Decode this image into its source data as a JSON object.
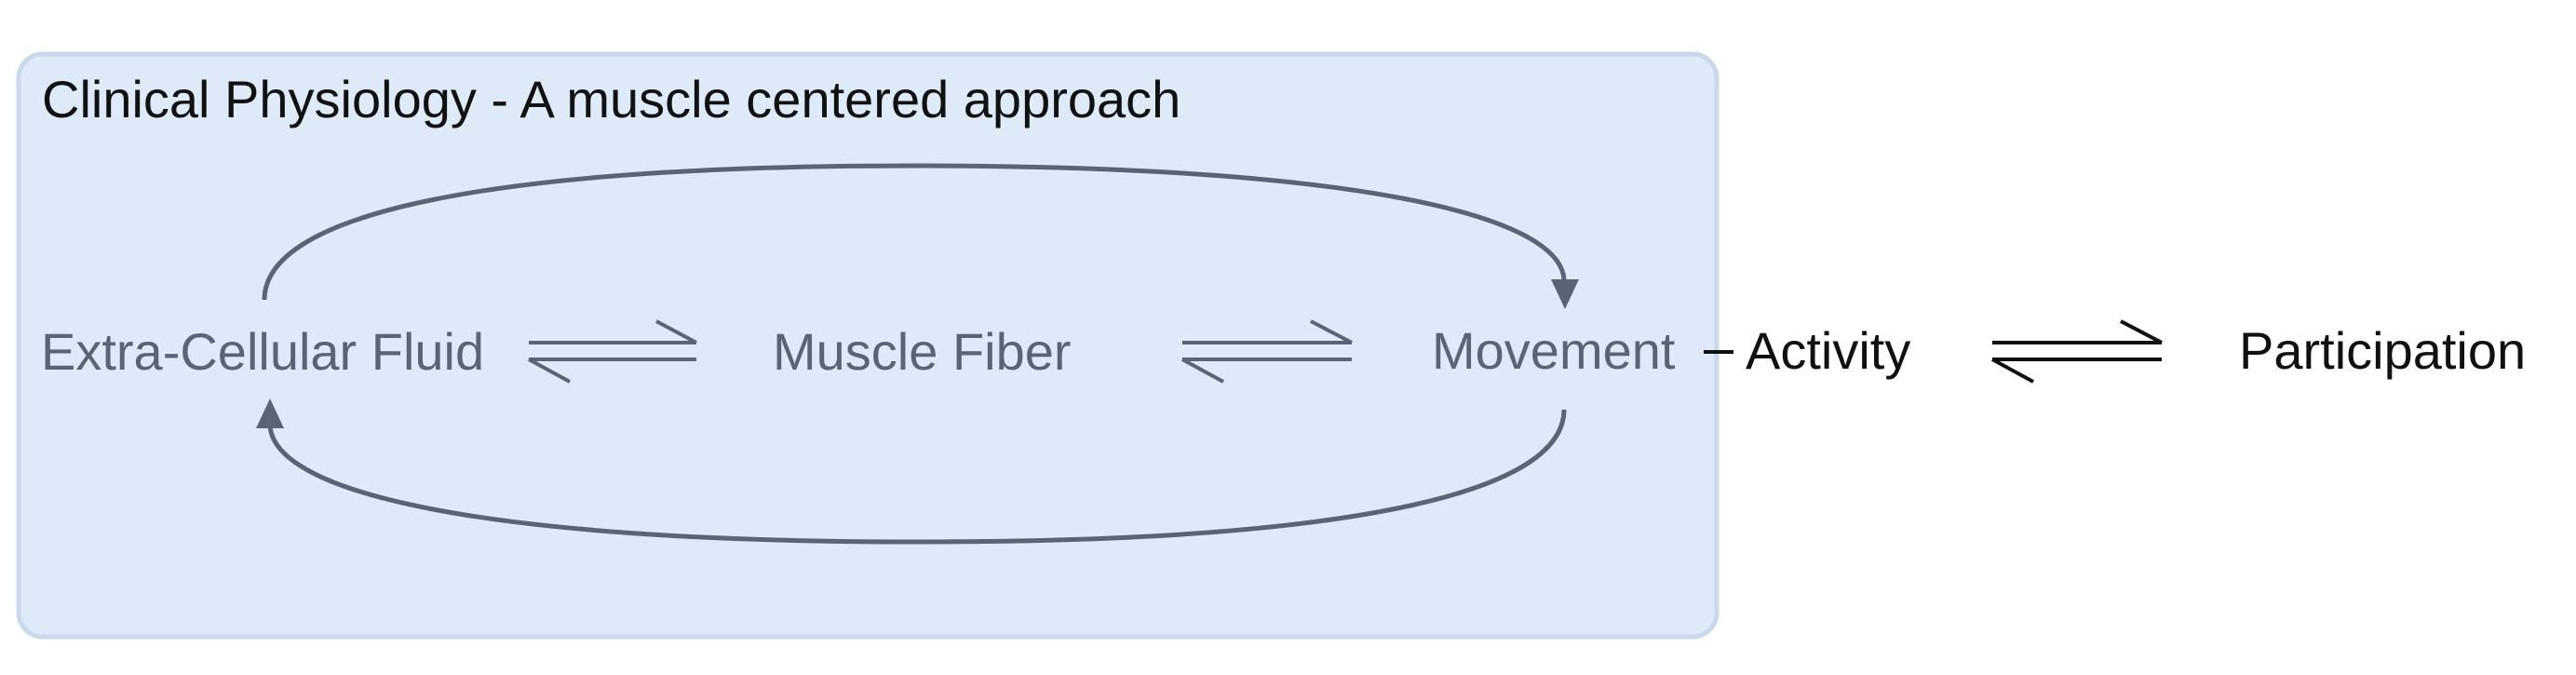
{
  "group": {
    "title": "Clinical Physiology - A muscle centered approach",
    "fill_color": "#dfeaf8",
    "border_color": "#cad8ec"
  },
  "nodes": {
    "extracellular_fluid": "Extra-Cellular Fluid",
    "muscle_fiber": "Muscle Fiber",
    "movement": "Movement",
    "activity": "Activity",
    "participation": "Participation"
  },
  "connections": [
    {
      "from": "extracellular_fluid",
      "to": "muscle_fiber",
      "type": "equilibrium"
    },
    {
      "from": "muscle_fiber",
      "to": "movement",
      "type": "equilibrium"
    },
    {
      "from": "movement",
      "to": "activity",
      "type": "line"
    },
    {
      "from": "activity",
      "to": "participation",
      "type": "equilibrium"
    },
    {
      "from": "extracellular_fluid",
      "to": "movement",
      "type": "curved-arrow"
    },
    {
      "from": "movement",
      "to": "extracellular_fluid",
      "type": "curved-arrow"
    }
  ],
  "colors": {
    "inside_text": "#5a6574",
    "outside_text": "#111111",
    "arrow": "#5a6574"
  }
}
